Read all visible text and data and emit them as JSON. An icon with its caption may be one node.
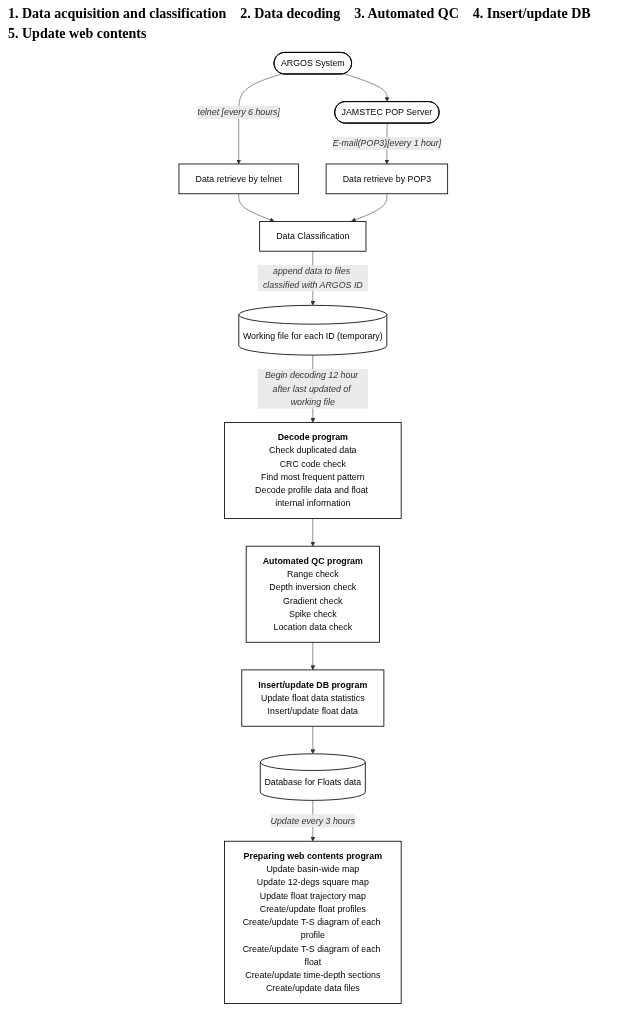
{
  "diagram": {
    "nodes": [
      {
        "text": [
          "ARGOS System"
        ]
      },
      {
        "text": [
          "JAMSTEC POP Server"
        ]
      },
      {
        "text": [
          "Data retrieve by telnet"
        ]
      },
      {
        "text": [
          "Data retrieve by POP3"
        ]
      },
      {
        "text": [
          "Data Classification"
        ]
      },
      {
        "text": [
          "Working file for each ID (temporary)"
        ]
      },
      {
        "text": [
          "Decode program",
          "Check duplicated data",
          "CRC code check",
          "Find most frequent pattern",
          "Decode profile data and float internal information"
        ]
      },
      {
        "text": [
          "Automated QC program",
          "Range check",
          "Depth inversion check",
          "Gradient check",
          "Spike check",
          "Location data check"
        ]
      },
      {
        "text": [
          "Insert/update DB program",
          "Update float data statistics",
          "Insert/update float data"
        ]
      },
      {
        "text": [
          "Database for Floats data"
        ]
      },
      {
        "text": [
          "Preparing web contents program",
          "Update basin-wide map",
          "Update 12-degs square map",
          "Update float trajectory map",
          "Create/update float profiles",
          "Create/update T-S diagram of each profile",
          "Create/update T-S diagram of each float",
          "Create/update time-depth sections",
          "Create/update data files"
        ]
      }
    ],
    "edges": [
      {
        "from": 0,
        "to": 2,
        "arrow": "to",
        "label": "telnet [every 6 hours]"
      },
      {
        "from": 0,
        "to": 1,
        "arrow": "to"
      },
      {
        "from": 1,
        "to": 3,
        "arrow": "to",
        "label": "E-mail(POP3)[every 1 hour]"
      },
      {
        "from": 2,
        "to": 4,
        "arrow": "to"
      },
      {
        "from": 3,
        "to": 4,
        "arrow": "to"
      },
      {
        "from": 4,
        "to": 5,
        "arrow": "to",
        "label": "append data to files classified with ARGOS ID"
      },
      {
        "from": 5,
        "to": 6,
        "arrow": "to",
        "label": "Begin decoding 12 hour after last updated of working file"
      },
      {
        "from": 6,
        "to": 7,
        "arrow": "to"
      },
      {
        "from": 7,
        "to": 8,
        "arrow": "to"
      },
      {
        "from": 8,
        "to": 9,
        "arrow": "to"
      },
      {
        "from": 9,
        "to": 10,
        "arrow": "to",
        "label": "Update every 3 hours"
      }
    ],
    "labels": [
      "1. Data acquisition and classification",
      "2. Data decoding",
      "3. Automated QC",
      "4. Insert/update DB",
      "5. Update web contents"
    ]
  }
}
